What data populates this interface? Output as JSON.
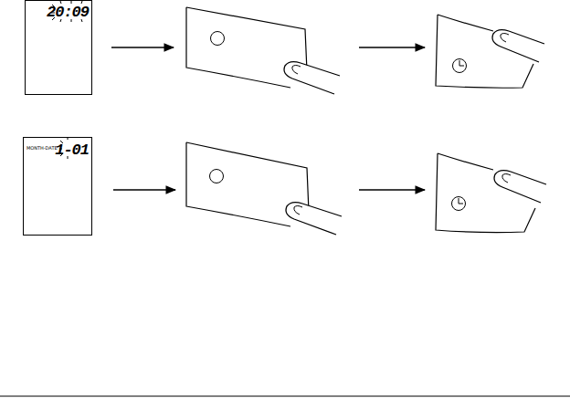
{
  "diagram": {
    "nodes": [
      {
        "text": [
          "20:09"
        ]
      },
      {
        "text": [
          "MONTH-DATE",
          "1-01"
        ]
      }
    ]
  }
}
